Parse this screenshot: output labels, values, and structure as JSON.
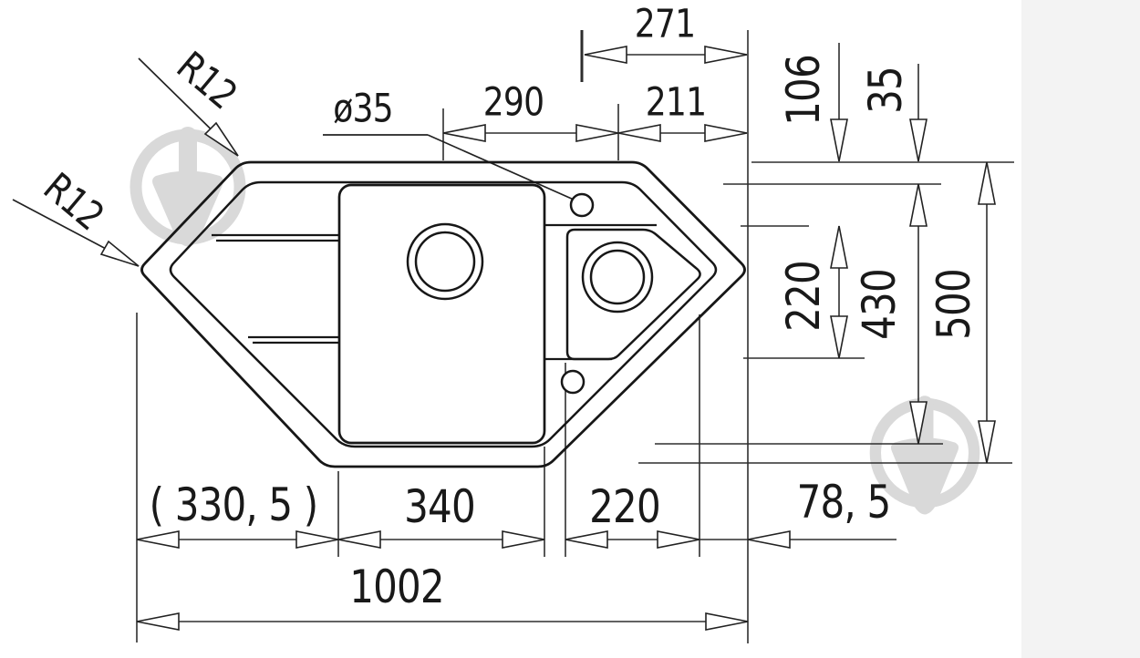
{
  "drawing": {
    "subject": "corner-sink-dimension-drawing",
    "view": "top"
  },
  "labels": {
    "dim_271": "271",
    "dim_290": "290",
    "dim_211": "211",
    "dia_35": "ø35",
    "r12_top": "R12",
    "r12_left": "R12",
    "dim_106": "106",
    "dim_35": "35",
    "dim_220_vert": "220",
    "dim_430": "430",
    "dim_500": "500",
    "dim_330_5": "( 330, 5 )",
    "dim_340": "340",
    "dim_220_horiz": "220",
    "dim_78_5": "78, 5",
    "dim_1002": "1002"
  },
  "colors": {
    "line": "#1a1a1a",
    "thin_line": "#2e2e2e",
    "background": "#ffffff",
    "right_strip": "#f3f3f3",
    "watermark": "#d6d6d6"
  }
}
